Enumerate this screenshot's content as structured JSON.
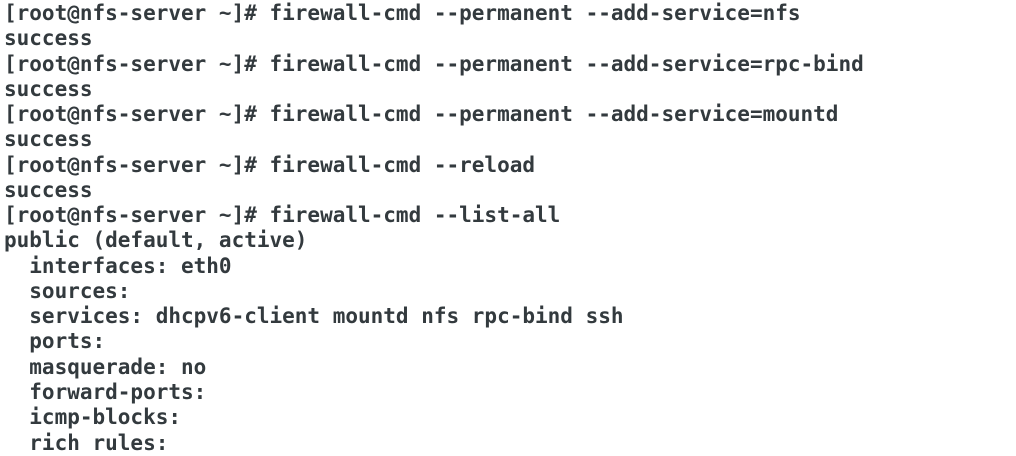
{
  "terminal": {
    "colors": {
      "background": "#ffffff",
      "text": "#333a3e"
    },
    "prompt": "[root@nfs-server ~]#",
    "lines": [
      "[root@nfs-server ~]# firewall-cmd --permanent --add-service=nfs",
      "success",
      "[root@nfs-server ~]# firewall-cmd --permanent --add-service=rpc-bind",
      "success",
      "[root@nfs-server ~]# firewall-cmd --permanent --add-service=mountd",
      "success",
      "[root@nfs-server ~]# firewall-cmd --reload",
      "success",
      "[root@nfs-server ~]# firewall-cmd --list-all",
      "public (default, active)",
      "  interfaces: eth0",
      "  sources:",
      "  services: dhcpv6-client mountd nfs rpc-bind ssh",
      "  ports:",
      "  masquerade: no",
      "  forward-ports:",
      "  icmp-blocks:",
      "  rich rules:"
    ]
  }
}
